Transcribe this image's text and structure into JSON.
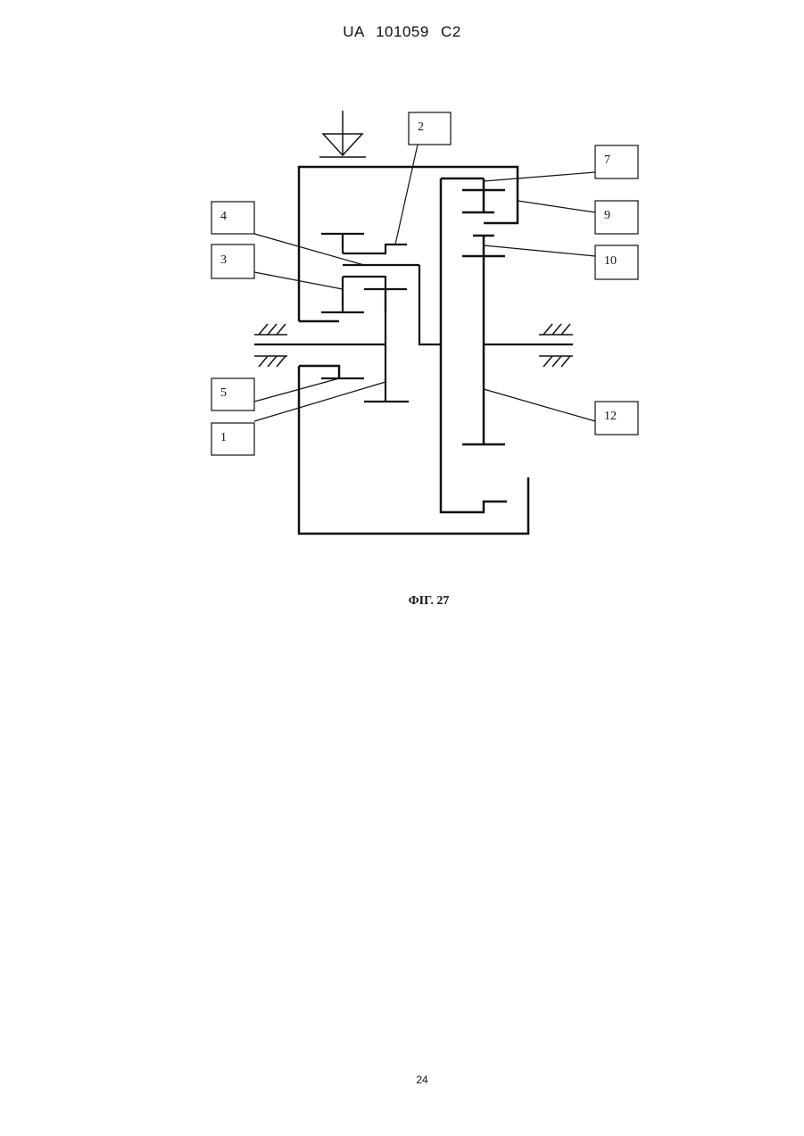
{
  "header": {
    "patent_number": "UA   101059   C2"
  },
  "figure": {
    "caption": "ФІГ. 27",
    "callouts": [
      {
        "id": "c2",
        "label": "2"
      },
      {
        "id": "c4",
        "label": "4"
      },
      {
        "id": "c3",
        "label": "3"
      },
      {
        "id": "c5",
        "label": "5"
      },
      {
        "id": "c1",
        "label": "1"
      },
      {
        "id": "c7",
        "label": "7"
      },
      {
        "id": "c9",
        "label": "9"
      },
      {
        "id": "c10",
        "label": "10"
      },
      {
        "id": "c12",
        "label": "12"
      }
    ]
  },
  "footer": {
    "page_number": "24"
  }
}
